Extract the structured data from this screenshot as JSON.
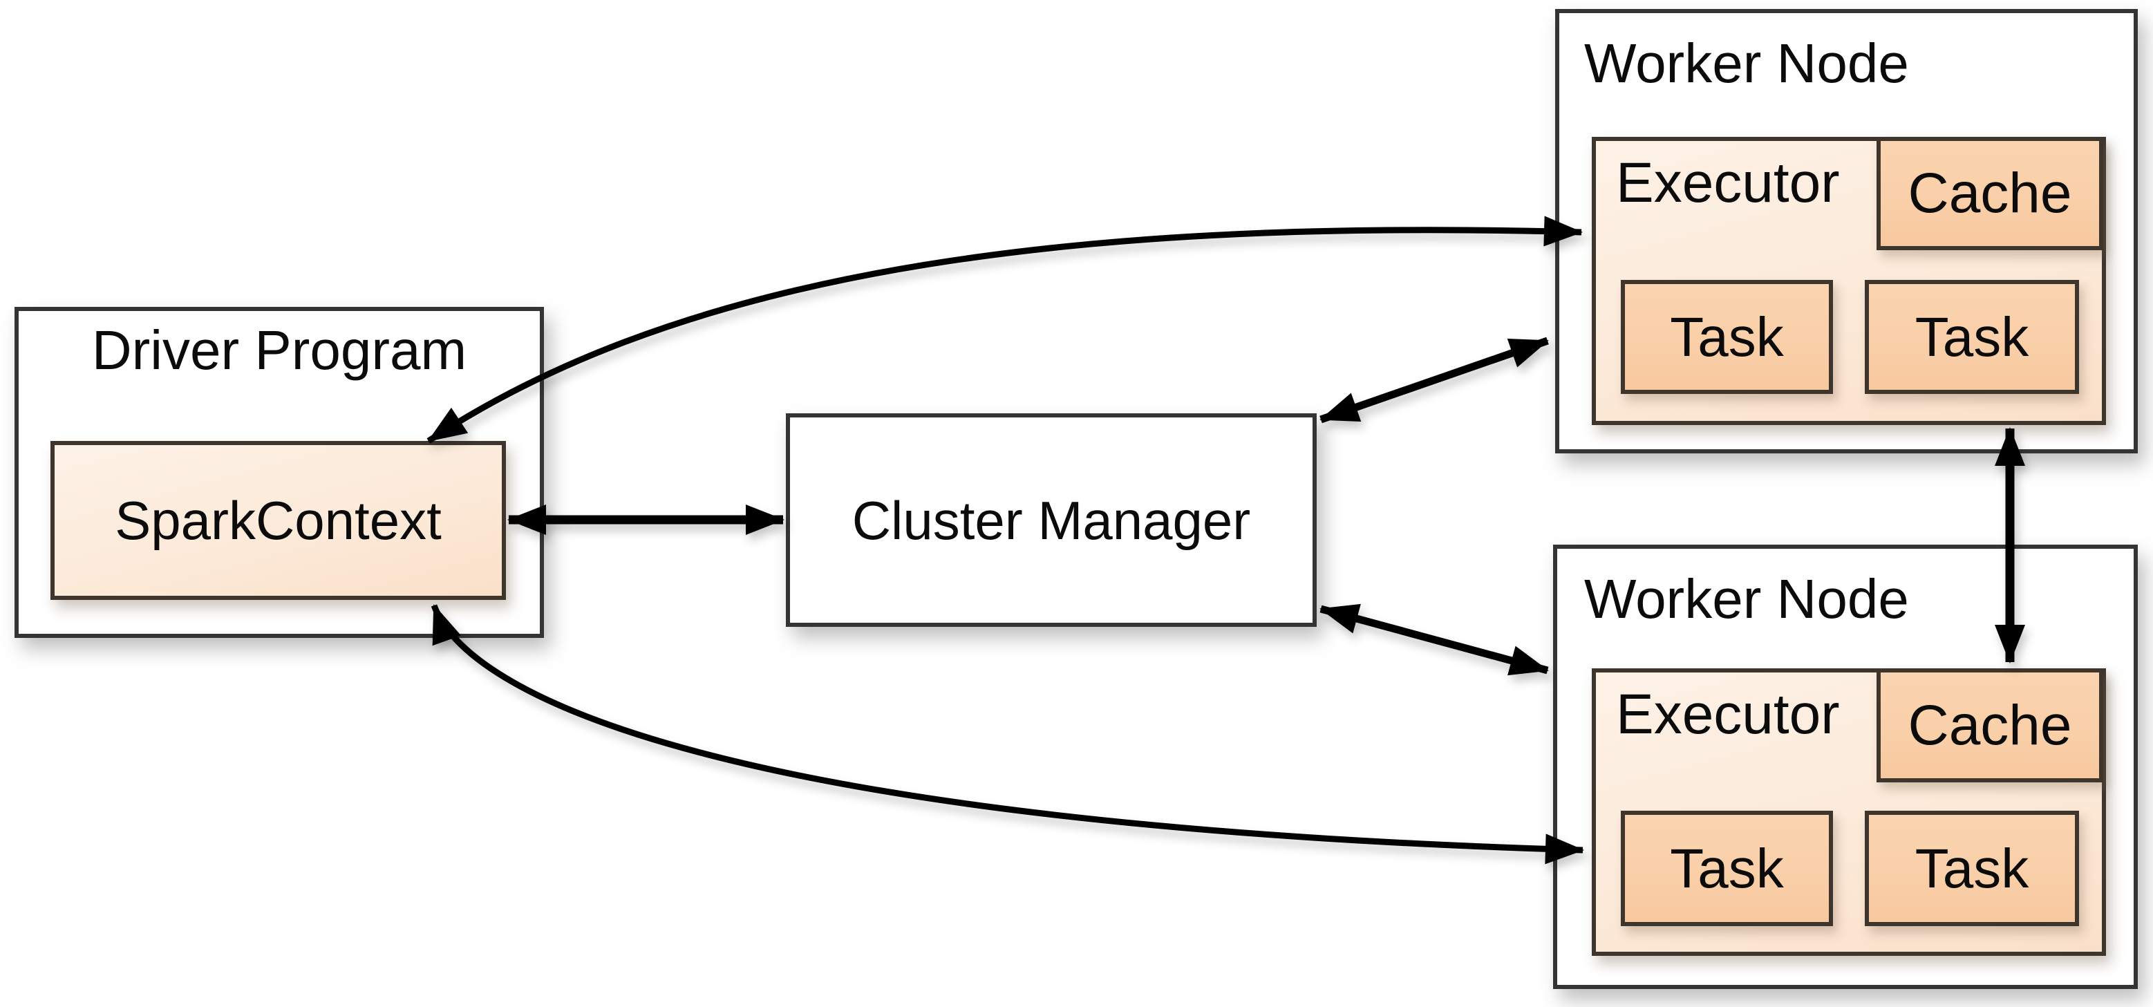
{
  "nodes": {
    "driver": {
      "title": "Driver Program",
      "spark_context": "SparkContext"
    },
    "cluster_manager": {
      "title": "Cluster Manager"
    },
    "workers": [
      {
        "title": "Worker Node",
        "executor": "Executor",
        "cache": "Cache",
        "tasks": [
          "Task",
          "Task"
        ]
      },
      {
        "title": "Worker Node",
        "executor": "Executor",
        "cache": "Cache",
        "tasks": [
          "Task",
          "Task"
        ]
      }
    ]
  },
  "edges": [
    "spark-context to worker-1-executor (double arrow, curved)",
    "spark-context to cluster-manager (double arrow, horizontal)",
    "spark-context to worker-2-executor (double arrow, curved)",
    "cluster-manager to worker-1 (double arrow, diagonal)",
    "cluster-manager to worker-2 (double arrow, diagonal)",
    "worker-1-executor to worker-2-cache (double arrow, vertical)"
  ],
  "colors": {
    "peach_light": "#fcead9",
    "peach": "#f9cfa8",
    "border_dark": "#343434",
    "arrow": "#000000",
    "background": "#ffffff"
  }
}
